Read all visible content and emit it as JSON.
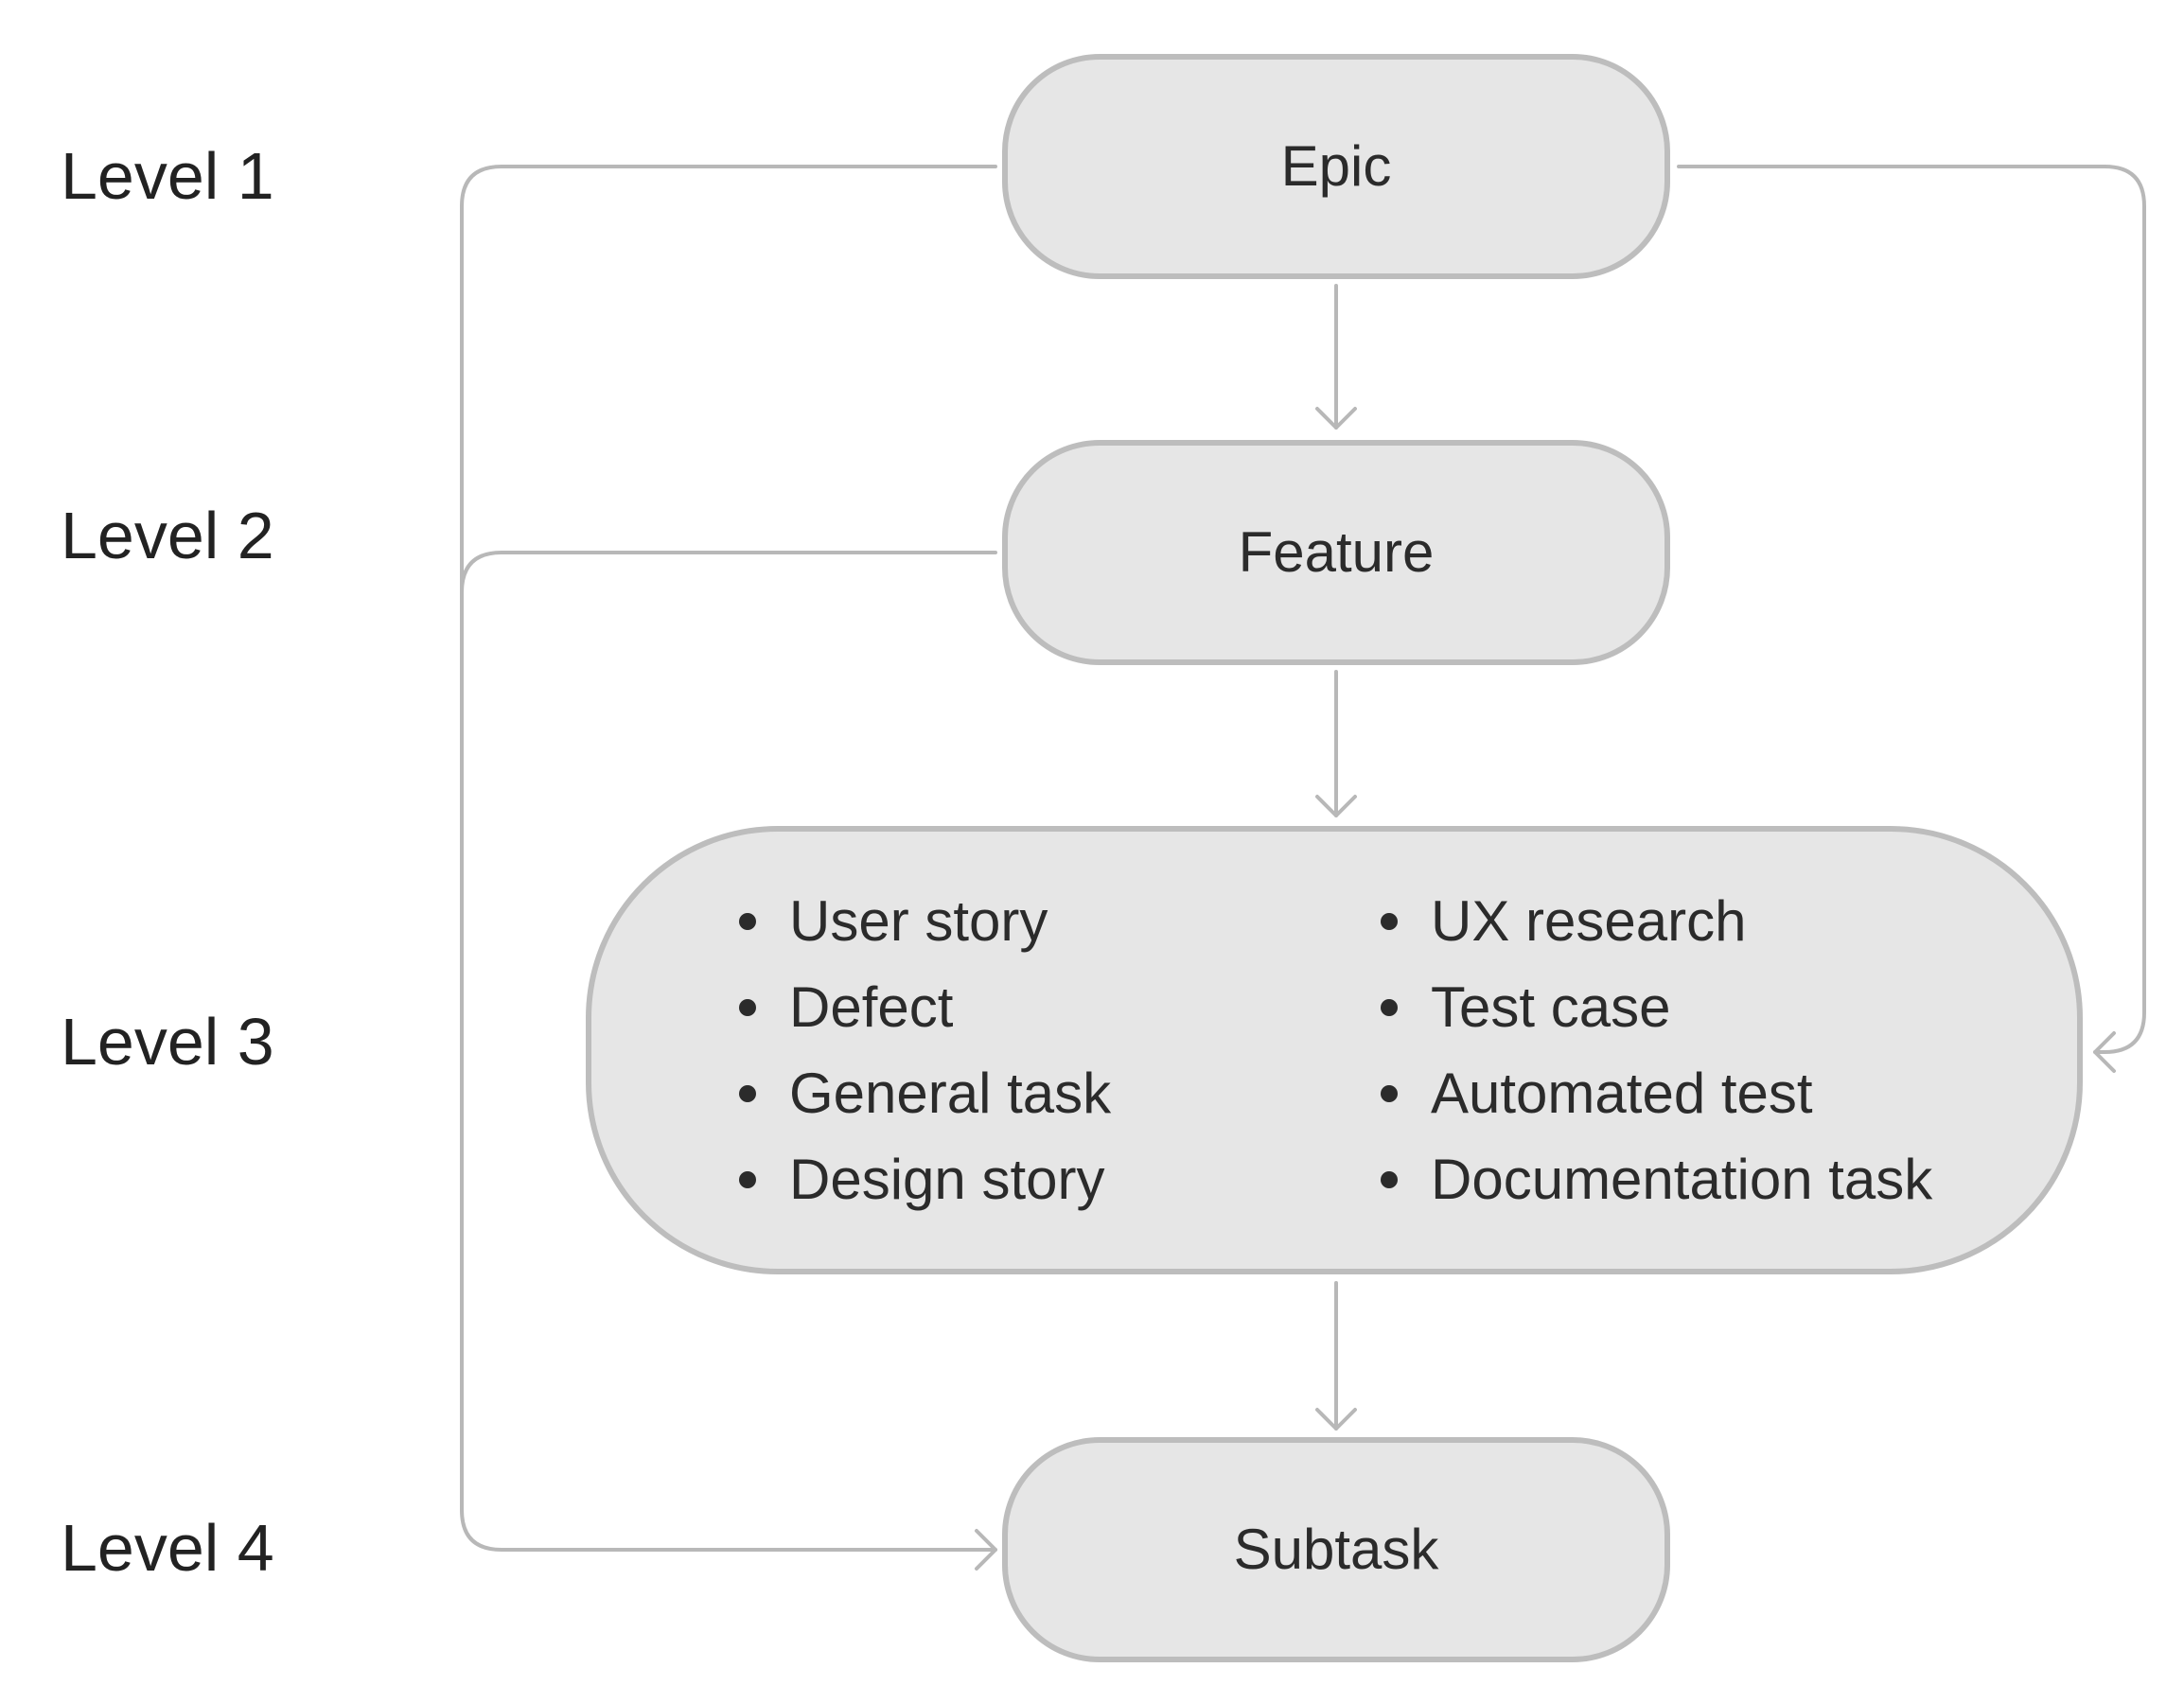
{
  "levels": [
    {
      "label": "Level 1"
    },
    {
      "label": "Level 2"
    },
    {
      "label": "Level 3"
    },
    {
      "label": "Level 4"
    }
  ],
  "nodes": {
    "epic": {
      "label": "Epic"
    },
    "feature": {
      "label": "Feature"
    },
    "work_items": {
      "left_column": [
        "User story",
        "Defect",
        "General task",
        "Design story"
      ],
      "right_column": [
        "UX research",
        "Test case",
        "Automated test",
        "Documentation task"
      ]
    },
    "subtask": {
      "label": "Subtask"
    }
  },
  "colors": {
    "node_fill": "#e6e6e6",
    "node_border": "#bdbdbd",
    "connector": "#b8b8b8",
    "text": "#2b2b2b"
  }
}
